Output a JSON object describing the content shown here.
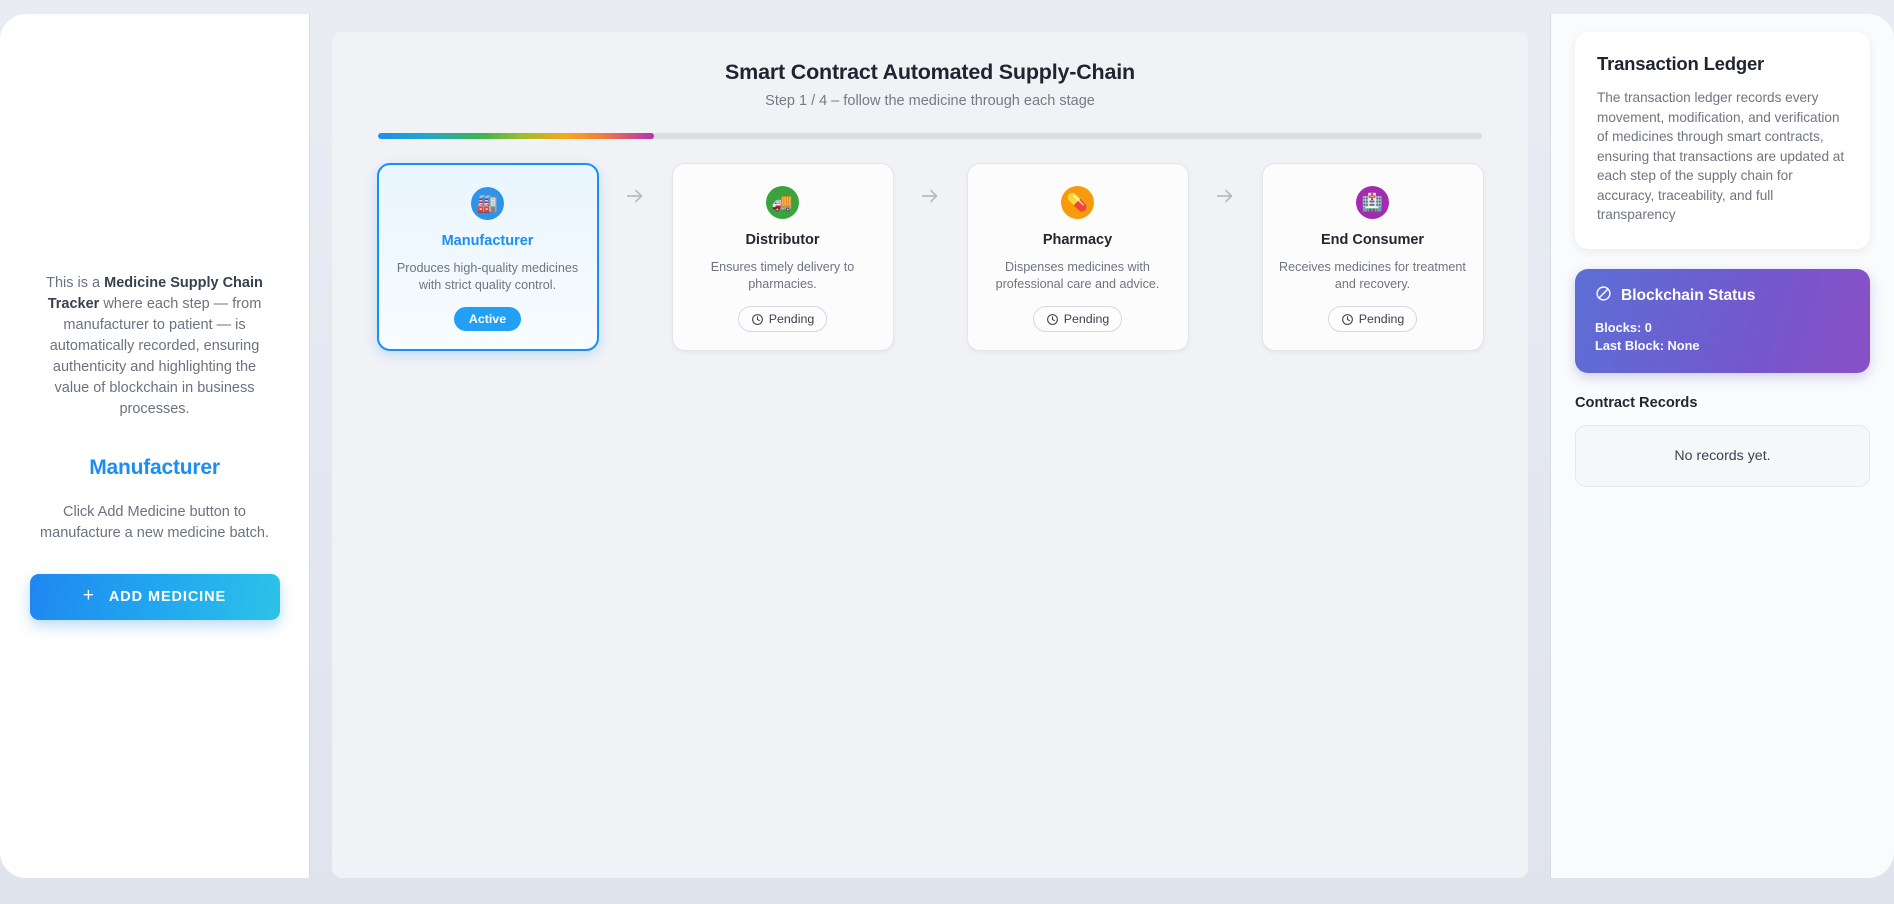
{
  "left_sidebar": {
    "intro_before": "This is a ",
    "intro_bold": "Medicine Supply Chain Tracker",
    "intro_after": " where each step — from manufacturer to patient — is automatically recorded, ensuring authenticity and highlighting the value of blockchain in business processes.",
    "role_title": "Manufacturer",
    "hint": "Click Add Medicine button to manufacture a new medicine batch.",
    "add_button_label": "ADD MEDICINE",
    "add_button_icon": "plus-icon",
    "add_button_color": "#1f87f0"
  },
  "main": {
    "title": "Smart Contract Automated Supply-Chain",
    "subtitle": "Step 1 / 4 – follow the medicine through each stage",
    "progress": {
      "current_step": 1,
      "total_steps": 4,
      "percent": 25
    },
    "arrow_icon": "arrow-right-icon",
    "stages": [
      {
        "name": "Manufacturer",
        "description": "Produces high-quality medicines with strict quality control.",
        "status_label": "Active",
        "state": "active",
        "icon": "factory-icon",
        "emoji": "🏭",
        "circle_color": "#2f93e8"
      },
      {
        "name": "Distributor",
        "description": "Ensures timely delivery to pharmacies.",
        "status_label": "Pending",
        "state": "pending",
        "icon": "delivery-truck-icon",
        "emoji": "🚚",
        "circle_color": "#3aa33f"
      },
      {
        "name": "Pharmacy",
        "description": "Dispenses medicines with professional care and advice.",
        "status_label": "Pending",
        "state": "pending",
        "icon": "pill-icon",
        "emoji": "💊",
        "circle_color": "#f79a0d"
      },
      {
        "name": "End Consumer",
        "description": "Receives medicines for treatment and recovery.",
        "status_label": "Pending",
        "state": "pending",
        "icon": "hospital-icon",
        "emoji": "🏥",
        "circle_color": "#a32bb0"
      }
    ]
  },
  "right_sidebar": {
    "ledger_title": "Transaction Ledger",
    "ledger_body": "The transaction ledger records every movement, modification, and verification of medicines through smart contracts, ensuring that transactions are updated at each step of the supply chain for accuracy, traceability, and full transparency",
    "blockchain_status": {
      "icon": "circle-slash-icon",
      "heading": "Blockchain Status",
      "blocks_line": "Blocks: 0",
      "last_block_line": "Last Block: None"
    },
    "contract_records_title": "Contract Records",
    "records_empty_text": "No records yet."
  }
}
